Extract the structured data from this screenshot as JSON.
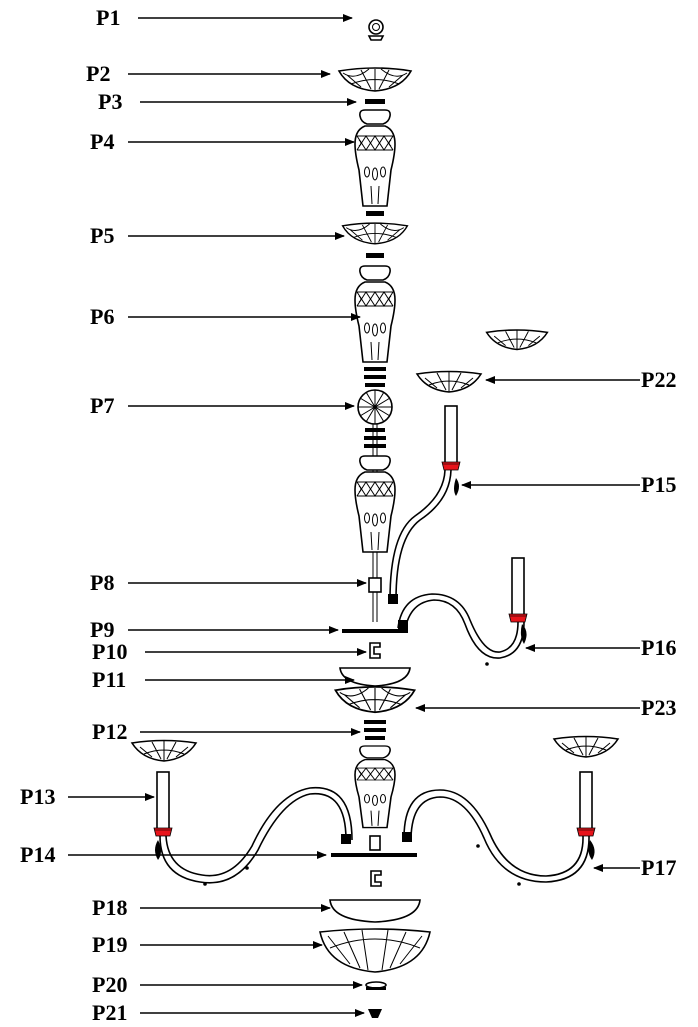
{
  "diagram": {
    "labels": [
      {
        "id": "P1",
        "text": "P1",
        "part": "ceiling-hook-ring"
      },
      {
        "id": "P2",
        "text": "P2",
        "part": "canopy-glass-bowl"
      },
      {
        "id": "P3",
        "text": "P3",
        "part": "ring-spacer"
      },
      {
        "id": "P4",
        "text": "P4",
        "part": "upper-glass-column"
      },
      {
        "id": "P5",
        "text": "P5",
        "part": "glass-dish"
      },
      {
        "id": "P6",
        "text": "P6",
        "part": "middle-glass-column"
      },
      {
        "id": "P7",
        "text": "P7",
        "part": "glass-ball"
      },
      {
        "id": "P8",
        "text": "P8",
        "part": "connector-nut"
      },
      {
        "id": "P9",
        "text": "P9",
        "part": "upper-arm-plate"
      },
      {
        "id": "P10",
        "text": "P10",
        "part": "clip"
      },
      {
        "id": "P11",
        "text": "P11",
        "part": "metal-cup"
      },
      {
        "id": "P12",
        "text": "P12",
        "part": "ring-spacer-lower"
      },
      {
        "id": "P13",
        "text": "P13",
        "part": "left-candle-tube"
      },
      {
        "id": "P14",
        "text": "P14",
        "part": "lower-arm-plate"
      },
      {
        "id": "P15",
        "text": "P15",
        "part": "upper-left-arm"
      },
      {
        "id": "P16",
        "text": "P16",
        "part": "upper-right-arm"
      },
      {
        "id": "P17",
        "text": "P17",
        "part": "lower-right-arm"
      },
      {
        "id": "P18",
        "text": "P18",
        "part": "bottom-cup"
      },
      {
        "id": "P19",
        "text": "P19",
        "part": "bottom-glass-bowl"
      },
      {
        "id": "P20",
        "text": "P20",
        "part": "bottom-ring"
      },
      {
        "id": "P21",
        "text": "P21",
        "part": "finial"
      },
      {
        "id": "P22",
        "text": "P22",
        "part": "upper-bobeche"
      },
      {
        "id": "P23",
        "text": "P23",
        "part": "lower-glass-dish"
      }
    ],
    "colors": {
      "line": "#000000",
      "accent": "#e8141b",
      "background": "#ffffff"
    }
  }
}
